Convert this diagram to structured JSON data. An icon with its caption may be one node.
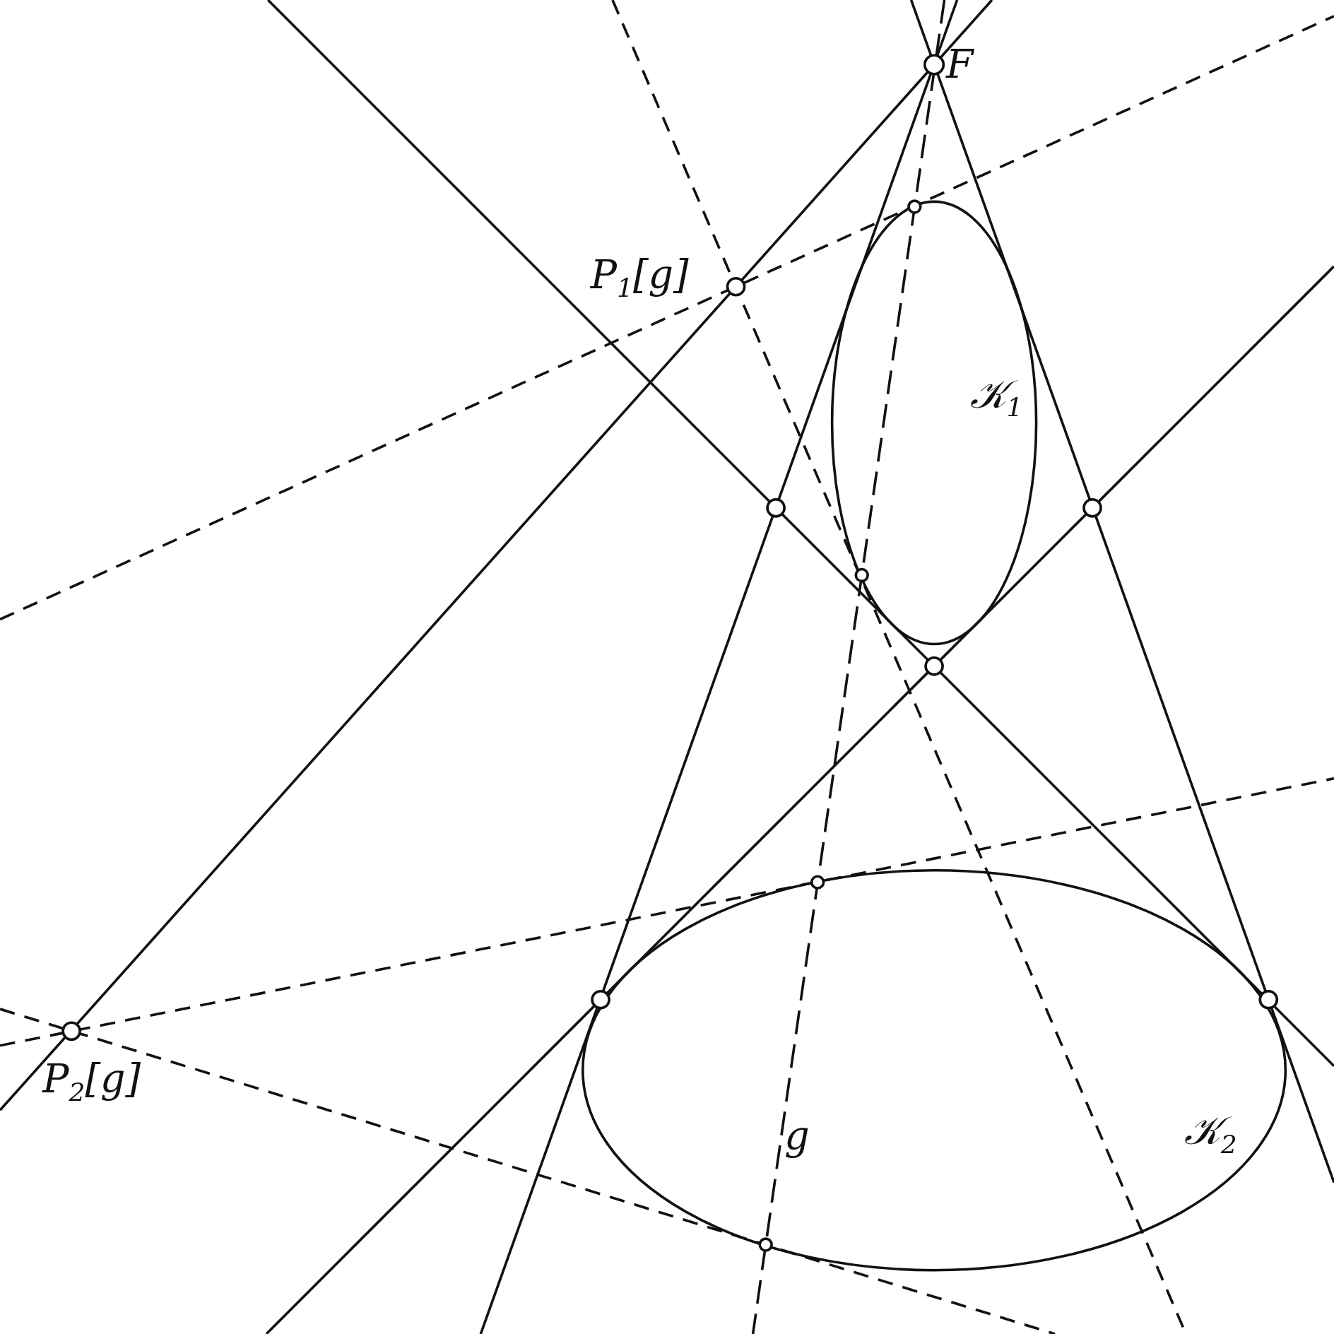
{
  "diagram": {
    "labels": [
      "F",
      "P$_{1}$[g]",
      "𝒦$_{1}$",
      "P$_{2}$[g]",
      "g",
      "𝒦$_{2}$"
    ]
  }
}
